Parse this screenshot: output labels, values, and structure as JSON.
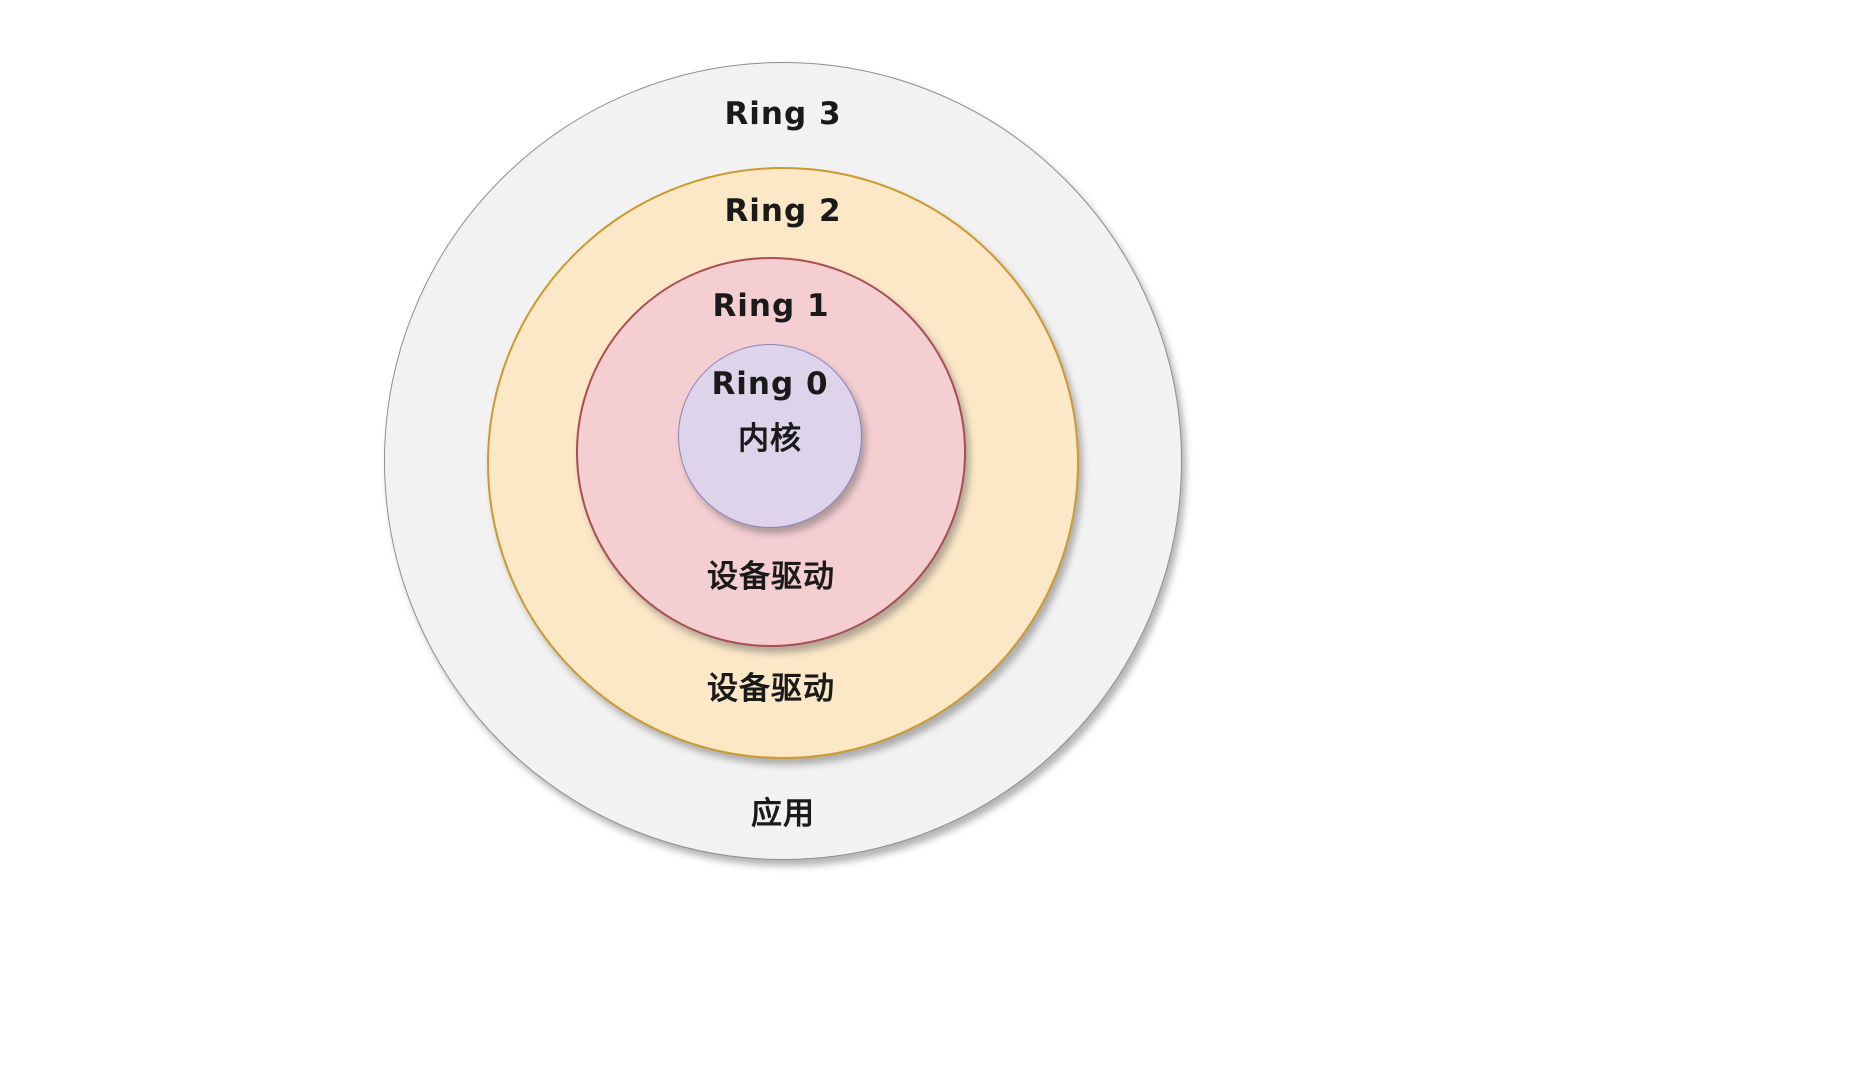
{
  "diagram": {
    "type": "concentric-rings",
    "subject": "CPU protection rings / privilege levels",
    "background_color": "#ffffff",
    "rings": [
      {
        "id": "ring3",
        "label": "Ring 3",
        "sublabel": "应用",
        "fill": "#f2f2f2",
        "border": "#8f8f8f"
      },
      {
        "id": "ring2",
        "label": "Ring 2",
        "sublabel": "设备驱动",
        "fill": "#fce7c7",
        "border": "#cc9a2e"
      },
      {
        "id": "ring1",
        "label": "Ring 1",
        "sublabel": "设备驱动",
        "fill": "#f5ced2",
        "border": "#a65053"
      },
      {
        "id": "ring0",
        "label": "Ring 0",
        "sublabel": "内核",
        "fill": "#ddd4eb",
        "border": "#9181bd"
      }
    ]
  }
}
